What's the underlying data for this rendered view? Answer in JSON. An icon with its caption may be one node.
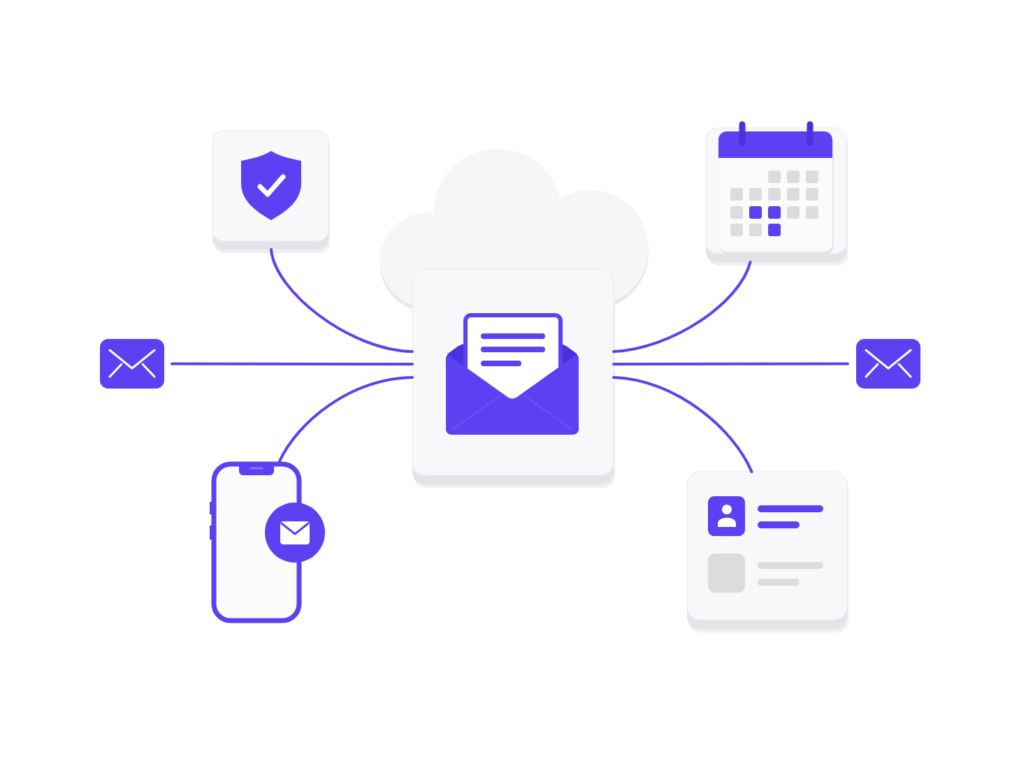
{
  "diagram": {
    "nodes": [
      {
        "text": [],
        "shape": "picture"
      },
      {
        "text": [],
        "shape": "cloud"
      },
      {
        "text": [],
        "shape": "picture"
      },
      {
        "text": [],
        "shape": "picture"
      },
      {
        "text": [],
        "shape": "picture"
      },
      {
        "text": [],
        "shape": "picture"
      },
      {
        "text": [],
        "shape": "picture"
      },
      {
        "text": [],
        "shape": "picture"
      }
    ],
    "edges": [
      {
        "from": 4,
        "to": 0,
        "arrow": "none"
      },
      {
        "from": 4,
        "to": 2,
        "arrow": "none"
      },
      {
        "from": 4,
        "to": 3,
        "arrow": "none"
      },
      {
        "from": 4,
        "to": 5,
        "arrow": "none"
      },
      {
        "from": 4,
        "to": 6,
        "arrow": "none"
      },
      {
        "from": 4,
        "to": 7,
        "arrow": "none"
      }
    ]
  }
}
